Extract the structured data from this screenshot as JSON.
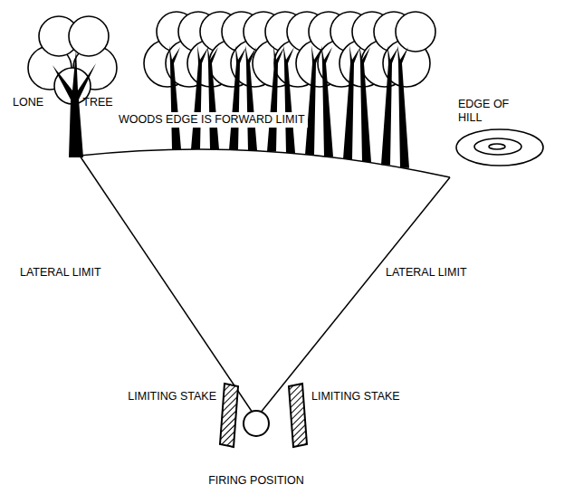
{
  "diagram": {
    "nodes": [
      {
        "text": [
          "FIRING POSITION"
        ]
      }
    ],
    "labels": [
      "LONE TREE",
      "WOODS EDGE IS FORWARD LIMIT",
      "EDGE OF HILL",
      "LATERAL LIMIT",
      "LATERAL LIMIT",
      "LIMITING STAKE",
      "LIMITING STAKE"
    ]
  }
}
